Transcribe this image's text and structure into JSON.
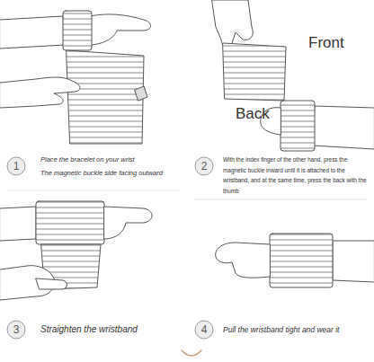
{
  "diagram": {
    "nodes": [
      {
        "text": [
          "1"
        ]
      },
      {
        "text": [
          "2"
        ]
      },
      {
        "text": [
          "3"
        ]
      },
      {
        "text": [
          "4"
        ]
      }
    ],
    "labels": [
      "Front",
      "Back",
      "Place the bracelet on your wrist",
      "The magnetic buckle side facing outward",
      "With the index finger of the other hand, press the magnetic buckle inward until it is attached to the wristband, and at the same time, press the back with the thumb",
      "Straighten the wristband",
      "Pull the wristband tight and wear it"
    ]
  }
}
